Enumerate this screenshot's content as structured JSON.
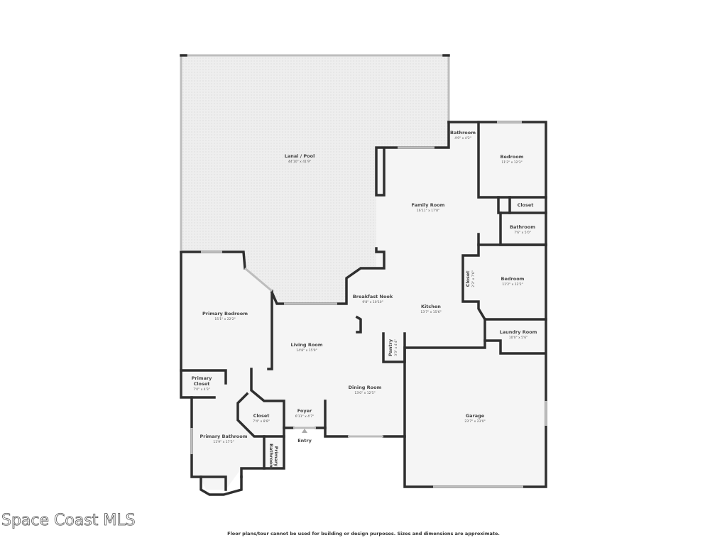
{
  "rooms": {
    "lanai": {
      "name": "Lanai / Pool",
      "dims": "44'10\" x 41'9\""
    },
    "bathroom_small": {
      "name": "Bathroom",
      "dims": "4'9\" x 4'2\""
    },
    "bedroom_1": {
      "name": "Bedroom",
      "dims": "11'2\" x 12'3\""
    },
    "family_room": {
      "name": "Family Room",
      "dims": "16'11\" x 17'8\""
    },
    "closet_1": {
      "name": "Closet"
    },
    "bathroom_2": {
      "name": "Bathroom",
      "dims": "7'6\" x 5'0\""
    },
    "bedroom_2": {
      "name": "Bedroom",
      "dims": "11'2\" x 12'2\""
    },
    "closet_2": {
      "name": "Closet",
      "dims": "2'3\" x 7'6\""
    },
    "breakfast_nook": {
      "name": "Breakfast Nook",
      "dims": "9'8\" x 10'10\""
    },
    "kitchen": {
      "name": "Kitchen",
      "dims": "13'7\" x 15'6\""
    },
    "primary_bedroom": {
      "name": "Primary Bedroom",
      "dims": "15'1\" x 22'2\""
    },
    "laundry_room": {
      "name": "Laundry Room",
      "dims": "10'0\" x 5'6\""
    },
    "living_room": {
      "name": "Living Room",
      "dims": "14'8\" x 15'9\""
    },
    "pantry": {
      "name": "Pantry",
      "dims": "3'3\" x 4'4\""
    },
    "dining_room": {
      "name": "Dining Room",
      "dims": "13'0\" x 12'5\""
    },
    "primary_closet": {
      "name_line1": "Primary",
      "name_line2": "Closet",
      "dims": "7'0\" x 4'3\""
    },
    "garage": {
      "name": "Garage",
      "dims": "23'7\" x 23'0\""
    },
    "closet_3": {
      "name": "Closet",
      "dims": "7'4\" x 8'8\""
    },
    "foyer": {
      "name": "Foyer",
      "dims": "6'11\" x 4'7\""
    },
    "primary_bathroom": {
      "name": "Primary Bathroom",
      "dims": "11'9\" x 17'5\""
    },
    "primary_bathroom_wc": {
      "name_line1": "Primary",
      "name_line2": "Bathroom"
    }
  },
  "entry_label": "Entry",
  "watermark": "Space Coast MLS",
  "disclaimer": "Floor plans/tour cannot be used for building or design purposes. Sizes and dimensions are approximate.",
  "colors": {
    "wall": "#2f2f2f",
    "floor": "#f5f5f5",
    "lanai": "#ececec"
  }
}
